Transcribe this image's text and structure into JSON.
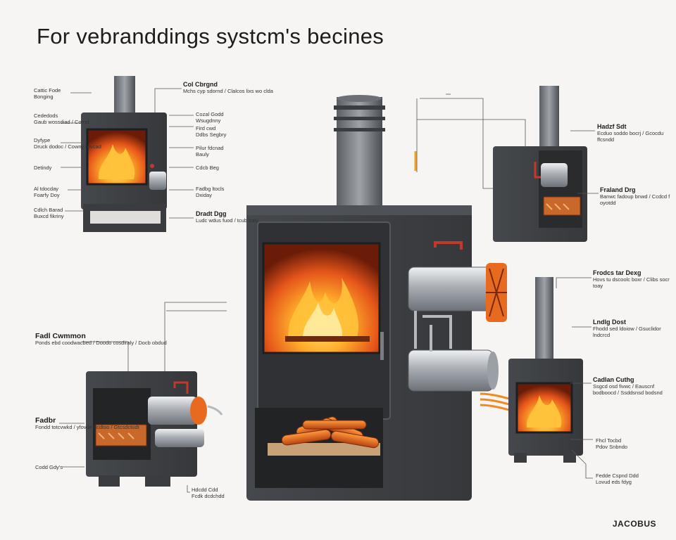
{
  "title": "For vebranddings systcm's becines",
  "brand": "JACOBUS",
  "colors": {
    "body": "#3d3f42",
    "dark": "#2b2d30",
    "flame": "#f07a12",
    "glow": "#ffcf4a",
    "steel": "#b9bdc2",
    "copper": "#e8742a"
  },
  "labels": {
    "tl": [
      {
        "h": "Cattic Fode",
        "s": "Bonging"
      },
      {
        "h": "Cededods",
        "s": "Gaub wossdiad / Cornd"
      },
      {
        "h": "Dyfype",
        "s": "Druck dodoc / Cowny rovcad"
      },
      {
        "h": "Detindy",
        "s": ""
      },
      {
        "h": "Al tdocday",
        "s": "Foarfy Doy"
      },
      {
        "h": "Cdlch Barad",
        "s": "Buxcd fikriny"
      }
    ],
    "tr": [
      {
        "h": "Col Cbrgnd",
        "s": "Mchs cyp sdornd / Clalcos lixs wo clda"
      },
      {
        "h": "Cozal Godd",
        "s": "Wsugdnny"
      },
      {
        "h": "Fird cwd",
        "s": "Ddbs Segbry"
      },
      {
        "h": "Pilur fdcnad",
        "s": "Bauly"
      },
      {
        "h": "Cdcb Beg",
        "s": ""
      },
      {
        "h": "Fadbg ltocls",
        "s": "Dxiday"
      },
      {
        "h": "Dradt Dgg",
        "s": "Ludc wdus fuod / tcub baly"
      }
    ],
    "right1": [
      {
        "h": "Hadzf Sdt",
        "s": "Ecduo soddo bocrj / Gcocdu ffcsndd"
      },
      {
        "h": "Fraland Drg",
        "s": "Banwc fadoup bnwd / Ccdcd f oyotdd"
      }
    ],
    "right2": [
      {
        "h": "Frodcs tar Dexg",
        "s": "Hovs tu dscoolc boxr / Clibs socr toay"
      },
      {
        "h": "Lndlg Dost",
        "s": "Fhodd sed ldoiow / Gsuclidor lndcrcd"
      },
      {
        "h": "Cadlan Cuthg",
        "s": "Ssgcd osd fivwc / Eauscnf bodboocd / Ssddsnsd bodsnd"
      },
      {
        "h": "Fhcl Tocbd",
        "s": "Pdov Snbndo"
      },
      {
        "h": "Fedde Cspnd Ddd",
        "s": "Lovud eds fdyg"
      }
    ],
    "left2": [
      {
        "h": "Fadl Cwmmon",
        "s": "Ponds ebd coodwacbed / Doodo cosdiraly / Docb obdud"
      },
      {
        "h": "Fadbr",
        "s": "Fondd totcvwkd / yfovde dcdtoo / Gtcsdctodt"
      },
      {
        "h": "Codd Gdy's",
        "s": ""
      },
      {
        "h": "Hdcdd Cdd",
        "s": "Fcdk dcdchdd"
      }
    ]
  }
}
